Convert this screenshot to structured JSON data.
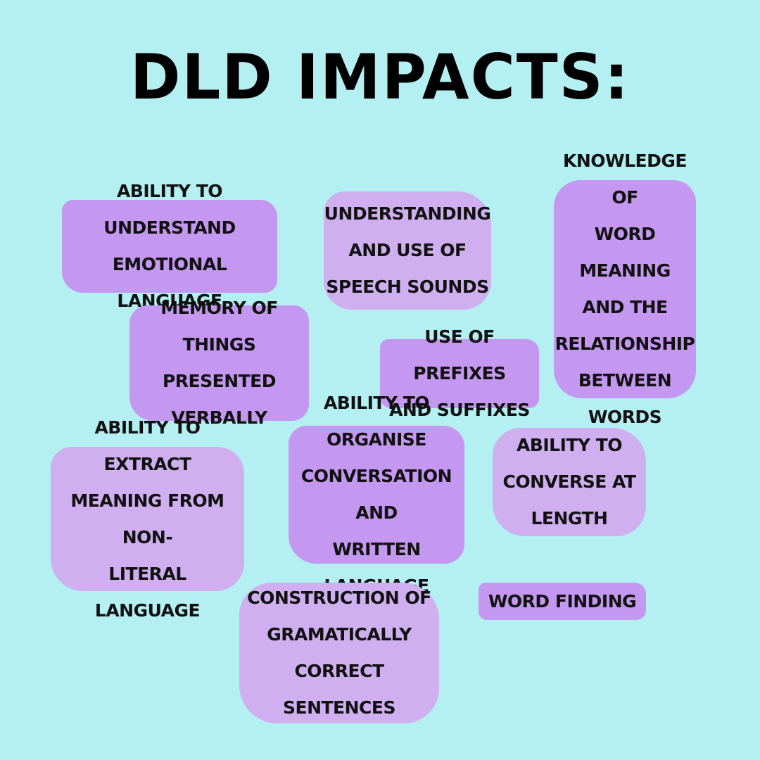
{
  "title": "DLD IMPACTS:",
  "colors": {
    "background": "#b4eff2",
    "box_dark": "#c497f1",
    "box_light": "#cfaff0",
    "text": "#000000"
  },
  "impacts": [
    {
      "text": "ABILITY TO UNDERSTAND\nEMOTIONAL LANGUAGE"
    },
    {
      "text": "UNDERSTANDING\nAND USE OF\nSPEECH SOUNDS"
    },
    {
      "text": "KNOWLEDGE OF\nWORD MEANING\nAND THE\nRELATIONSHIP\nBETWEEN WORDS"
    },
    {
      "text": "MEMORY OF THINGS\nPRESENTED VERBALLY"
    },
    {
      "text": "USE OF PREFIXES\nAND SUFFIXES"
    },
    {
      "text": "ABILITY TO EXTRACT\nMEANING FROM NON-\nLITERAL LANGUAGE"
    },
    {
      "text": "ABILITY TO ORGANISE\nCONVERSATION AND\nWRITTEN LANGUAGE"
    },
    {
      "text": "ABILITY TO\nCONVERSE AT\nLENGTH"
    },
    {
      "text": "WORD FINDING"
    },
    {
      "text": "CONSTRUCTION OF\nGRAMATICALLY CORRECT\nSENTENCES"
    }
  ]
}
